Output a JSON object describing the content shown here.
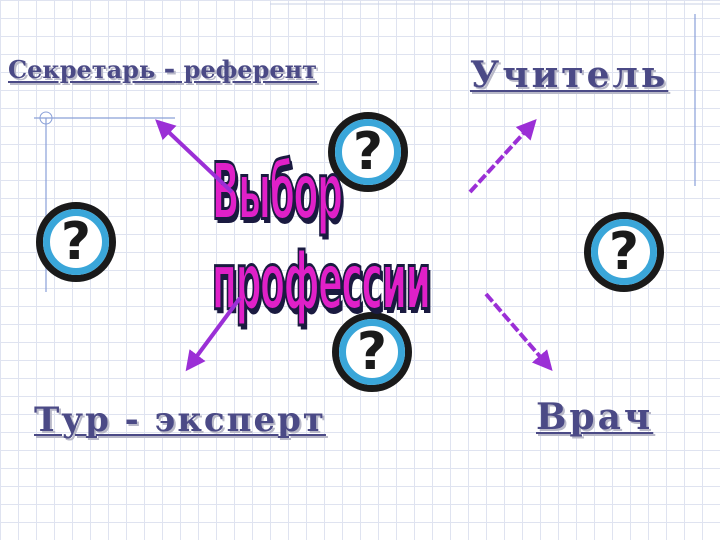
{
  "diagram": {
    "title": "Выбор профессии",
    "labels": {
      "secretary_pre": "Секретарь ",
      "secretary_dash": "-",
      "secretary_post": " референт",
      "teacher": "Учитель",
      "tour_expert": "Тур - эксперт",
      "doctor": "Врач"
    },
    "question_mark": "?",
    "colors": {
      "label_text": "#4b4a86",
      "title_fill": "#e020c8",
      "arrow": "#9b2fd6",
      "circle_ring": "#3aa6d9"
    }
  }
}
